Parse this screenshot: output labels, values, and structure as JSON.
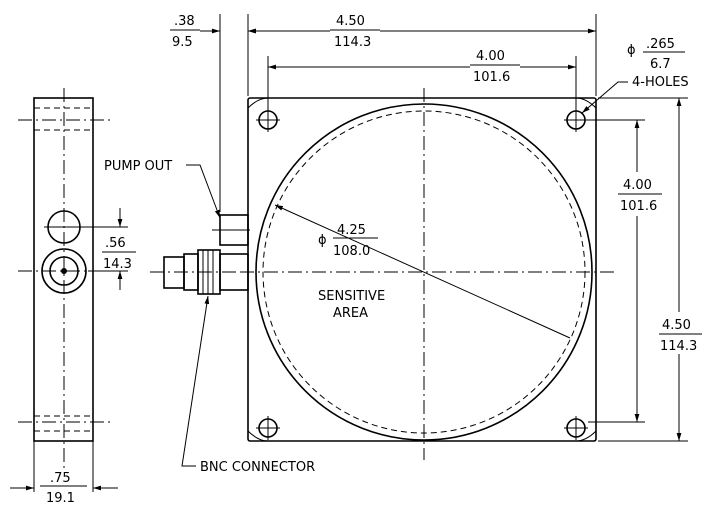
{
  "dimensions": {
    "offset_left": {
      "inch": ".38",
      "mm": "9.5"
    },
    "overall_width": {
      "inch": "4.50",
      "mm": "114.3"
    },
    "hole_spacing_h": {
      "inch": "4.00",
      "mm": "101.6"
    },
    "hole_spacing_v": {
      "inch": "4.00",
      "mm": "101.6"
    },
    "overall_height": {
      "inch": "4.50",
      "mm": "114.3"
    },
    "hole_diameter": {
      "symbol": "ϕ",
      "inch": ".265",
      "mm": "6.7",
      "note": "4-HOLES"
    },
    "sensitive_diameter": {
      "symbol": "ϕ",
      "inch": "4.25",
      "mm": "108.0"
    },
    "port_offset": {
      "inch": ".56",
      "mm": "14.3"
    },
    "side_thickness": {
      "inch": ".75",
      "mm": "19.1"
    }
  },
  "labels": {
    "pump_out": "PUMP OUT",
    "sensitive_area_line1": "SENSITIVE",
    "sensitive_area_line2": "AREA",
    "bnc_connector": "BNC CONNECTOR"
  },
  "colors": {
    "ink": "#000000",
    "paper": "#ffffff"
  }
}
